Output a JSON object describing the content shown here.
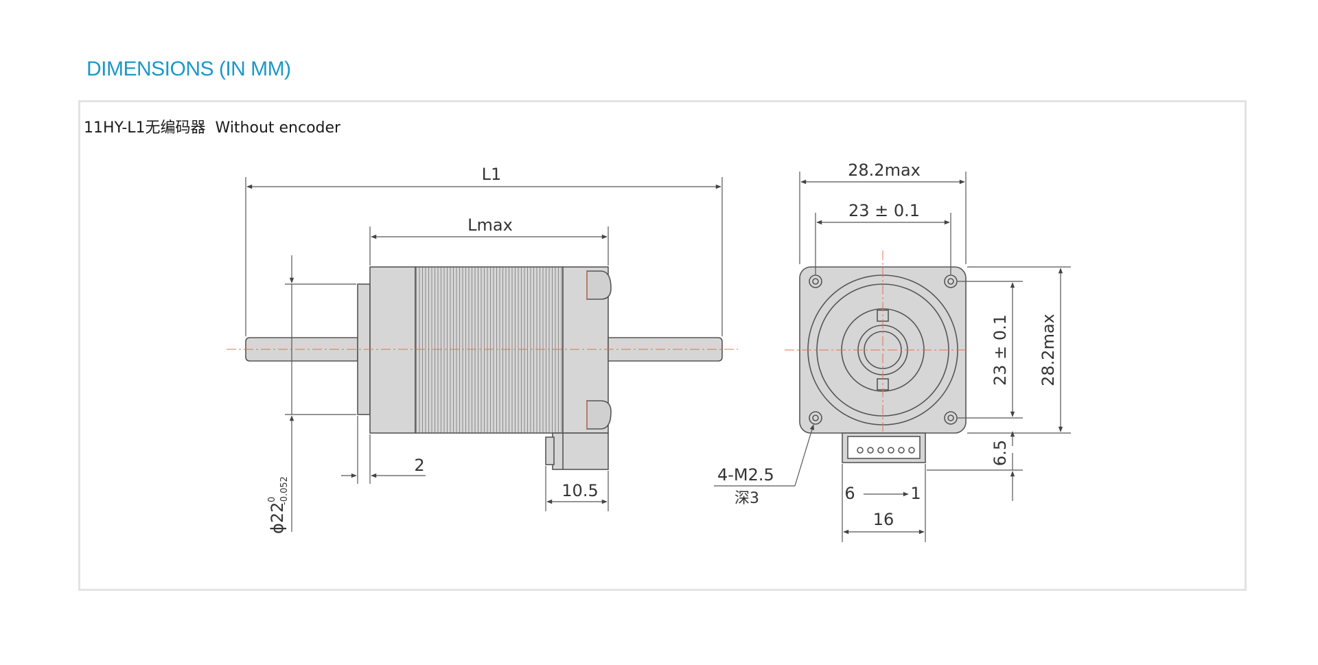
{
  "header": {
    "title": "DIMENSIONS (IN MM)",
    "title_color": "#1b98c9"
  },
  "drawing": {
    "caption": "11HY-L1无编码器  Without encoder",
    "side_view": {
      "l1": "L1",
      "lmax": "Lmax",
      "shaft_diameter": "ϕ22",
      "shaft_tol_upper": "0",
      "shaft_tol_lower": "-0.052",
      "flange_thickness": "2",
      "connector_length": "10.5"
    },
    "front_view": {
      "width_max": "28.2max",
      "hole_spacing_h": "23 ± 0.1",
      "hole_spacing_v": "23 ± 0.1",
      "height_max": "28.2max",
      "mount_holes": "4-M2.5",
      "hole_depth": "深3",
      "connector_offset": "6.5",
      "pin_first": "6",
      "pin_last": "1",
      "connector_width": "16"
    },
    "colors": {
      "line": "#555555",
      "motor_body": "#d4d4d4",
      "center_line": "#e07050"
    }
  }
}
